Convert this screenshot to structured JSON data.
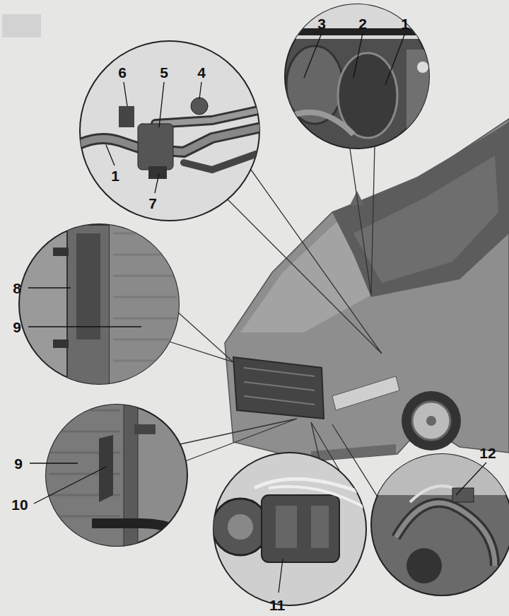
{
  "diagram": {
    "labels": [
      "3",
      "2",
      "1",
      "6",
      "5",
      "4",
      "1",
      "7",
      "8",
      "9",
      "9",
      "10",
      "11",
      "12"
    ]
  }
}
